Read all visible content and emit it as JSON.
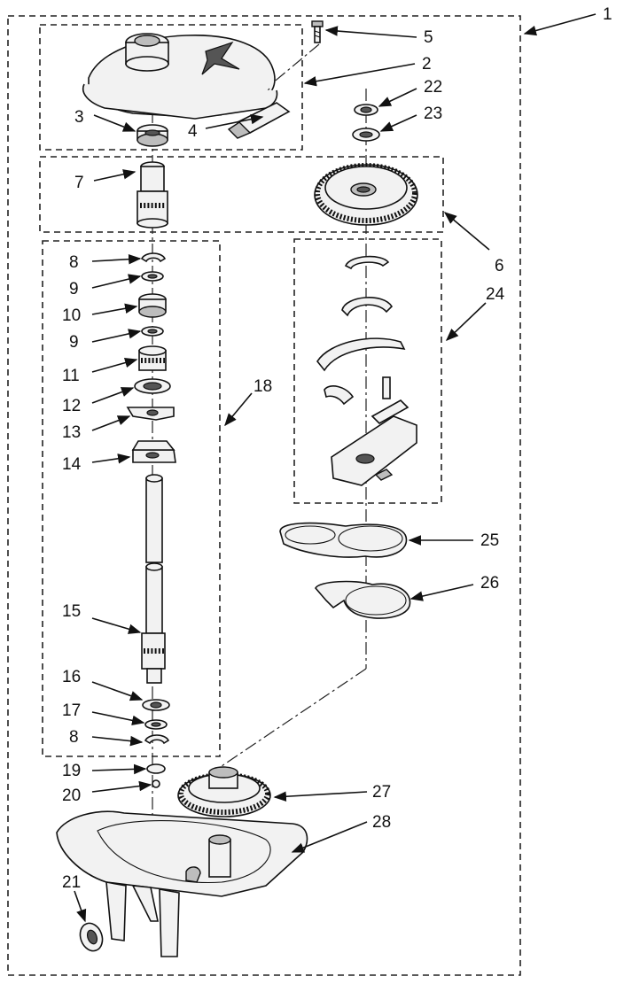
{
  "callouts": [
    "1",
    "2",
    "3",
    "4",
    "5",
    "6",
    "7",
    "8",
    "9",
    "10",
    "9",
    "11",
    "12",
    "13",
    "14",
    "15",
    "16",
    "17",
    "8",
    "18",
    "19",
    "20",
    "21",
    "22",
    "23",
    "24",
    "25",
    "26",
    "27",
    "28"
  ]
}
